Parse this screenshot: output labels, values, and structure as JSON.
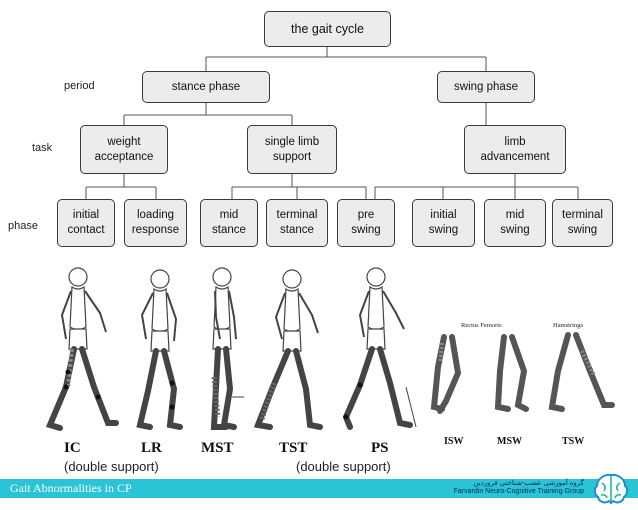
{
  "diagram": {
    "root": "the gait cycle",
    "row_labels": {
      "period": "period",
      "task": "task",
      "phase": "phase"
    },
    "periods": {
      "stance": "stance phase",
      "swing": "swing phase"
    },
    "tasks": {
      "weight_acceptance": "weight acceptance",
      "single_limb_support": "single limb support",
      "limb_advancement": "limb advancement"
    },
    "phases": {
      "initial_contact": "initial contact",
      "loading_response": "loading response",
      "mid_stance": "mid stance",
      "terminal_stance": "terminal stance",
      "pre_swing": "pre swing",
      "initial_swing": "initial swing",
      "mid_swing": "mid swing",
      "terminal_swing": "terminal swing"
    }
  },
  "illustration": {
    "labels": {
      "ic": "IC",
      "lr": "LR",
      "mst": "MST",
      "tst": "TST",
      "ps": "PS",
      "isw": "ISW",
      "msw": "MSW",
      "tsw": "TSW"
    },
    "support_left": "(double support)",
    "support_right": "(double support)",
    "muscles": {
      "rectus_femoris": "Rectus Femoris",
      "hamstrings": "Hamstrings"
    }
  },
  "footer": {
    "title": "Gait Abnormalities in CP",
    "org_name_fa": "گروه آموزشی عصب-شناختی فروردین",
    "org_name_en": "Farvardin Neuro-Cognitive Training Group",
    "logo_icon": "brain-icon",
    "bar_color": "#29c4d6"
  }
}
